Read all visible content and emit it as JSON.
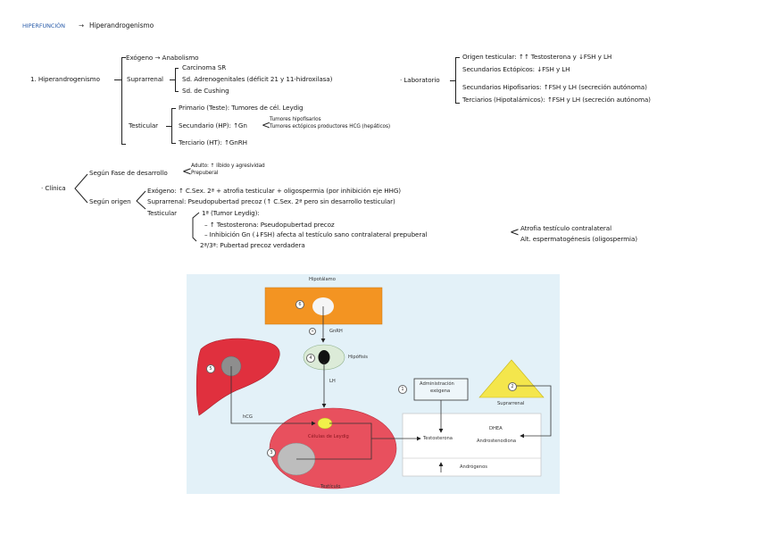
{
  "header": {
    "section": "HIPERFUNCIÓN",
    "arrow": "→",
    "topic": "Hiperandrogenismo"
  },
  "etiology": {
    "root": "1. Hiperandrogenismo",
    "exogeno": "Exógeno → Anabolismo",
    "suprarrenal": {
      "label": "Suprarrenal",
      "items": [
        "Carcinoma SR",
        "Sd. Adrenogenitales (déficit 21 y 11-hidroxilasa)",
        "Sd. de Cushing"
      ]
    },
    "testicular": {
      "label": "Testicular",
      "primario": "Primario (Teste): Tumores de cél. Leydig",
      "secundario": "Secundario (HP): ↑Gn",
      "secundario_causes": [
        "Tumores hipofisarios",
        "Tumores ectópicos productores HCG (hepáticos)"
      ],
      "terciario": "Terciario (HT): ↑GnRH"
    }
  },
  "laboratorio": {
    "label": "Laboratorio",
    "items": [
      "Origen testicular: ↑↑ Testosterona y ↓FSH y LH",
      "Secundarios Ectópicos: ↓FSH y LH",
      "Secundarios Hipofisarios: ↑FSH y LH (secreción autónoma)",
      "Terciarios (Hipotalámicos): ↑FSH y LH (secreción autónoma)"
    ]
  },
  "clinica": {
    "label": "Clínica",
    "fase": {
      "label": "Según Fase de desarrollo",
      "items": [
        "Adulto: ↑ líbido y agresividad",
        "Prepuberal"
      ]
    },
    "origen": {
      "label": "Según origen",
      "exogeno": "Exógeno: ↑ C.Sex. 2ª + atrofia testicular + oligospermia (por inhibición eje HHG)",
      "suprarrenal": "Suprarrenal: Pseudopubertad precoz (↑ C.Sex. 2ª pero sin desarrollo testicular)",
      "testicular": {
        "label": "Testicular",
        "primary": "1ª (Tumor Leydig):",
        "bullets": [
          "– ↑ Testosterona: Pseudopubertad precoz",
          "– Inhibición Gn (↓FSH) afecta al testículo sano contralateral prepuberal"
        ],
        "effects": [
          "Atrofia testículo contralateral",
          "Alt. espermatogénesis (oligospermia)"
        ],
        "secondary": "2ª/3ª: Pubertad precoz verdadera"
      }
    }
  },
  "diagram": {
    "hipotalamo": "Hipotálamo",
    "gnrh": "GnRH",
    "hipofisis": "Hipófisis",
    "lh": "LH",
    "hcg": "hCG",
    "leydig": "Células de Leydig",
    "testiculo": "Testículo",
    "admin_line1": "Administración",
    "admin_line2": "exógena",
    "suprarrenal": "Suprarrenal",
    "testosterona": "Testosterona",
    "dhea": "DHEA",
    "androstenediona": "Androstenodiona",
    "androgenos": "Andrógenos",
    "nums": [
      "1",
      "2",
      "3",
      "4",
      "5",
      "6",
      "+"
    ],
    "colors": {
      "background": "#e3f1f8",
      "hypothalamus": "#f39422",
      "liver": "#e0303e",
      "testis": "#e8505e",
      "adrenal": "#f4e64c",
      "leydig": "#f1ef4a",
      "pituitary": "#dcebd8"
    }
  }
}
